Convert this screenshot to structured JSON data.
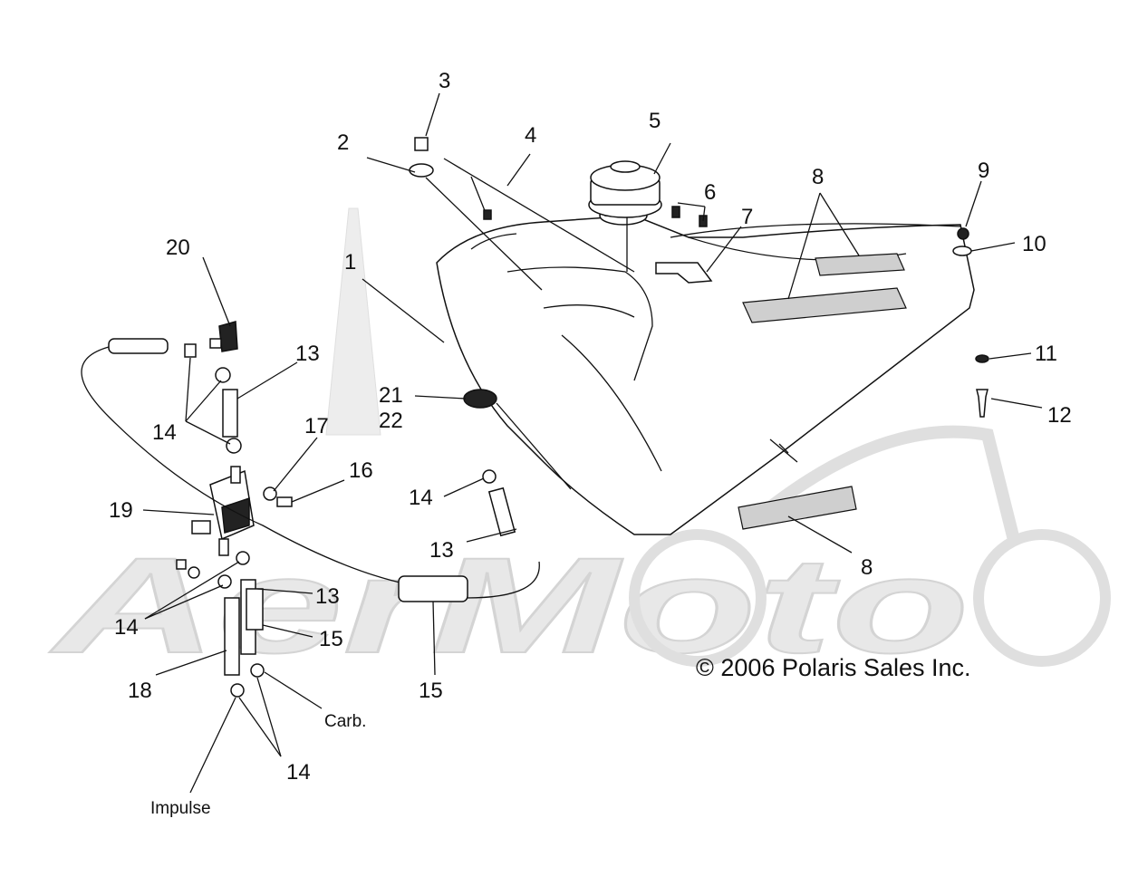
{
  "watermark": {
    "text": "AerMoto",
    "color": "#e6e6e6"
  },
  "copyright": "© 2006 Polaris Sales Inc.",
  "callouts": {
    "c1": "1",
    "c2": "2",
    "c3": "3",
    "c4": "4",
    "c5": "5",
    "c6": "6",
    "c7": "7",
    "c8a": "8",
    "c8b": "8",
    "c9": "9",
    "c10": "10",
    "c11": "11",
    "c12": "12",
    "c13a": "13",
    "c13b": "13",
    "c13c": "13",
    "c14a": "14",
    "c14b": "14",
    "c14c": "14",
    "c14d": "14",
    "c15a": "15",
    "c15b": "15",
    "c16": "16",
    "c17": "17",
    "c18": "18",
    "c19": "19",
    "c20": "20",
    "c21": "21",
    "c22": "22"
  },
  "labels": {
    "carb": "Carb.",
    "impulse": "Impulse"
  }
}
